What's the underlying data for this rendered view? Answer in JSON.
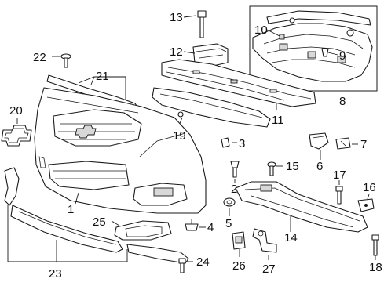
{
  "diagram": {
    "callouts": {
      "c1": "1",
      "c2": "2",
      "c3": "3",
      "c4": "4",
      "c5": "5",
      "c6": "6",
      "c7": "7",
      "c8": "8",
      "c9": "9",
      "c10": "10",
      "c11": "11",
      "c12": "12",
      "c13": "13",
      "c14": "14",
      "c15": "15",
      "c16": "16",
      "c17": "17",
      "c18": "18",
      "c19": "19",
      "c20": "20",
      "c21": "21",
      "c22": "22",
      "c23": "23",
      "c24": "24",
      "c25": "25",
      "c26": "26",
      "c27": "27"
    }
  }
}
